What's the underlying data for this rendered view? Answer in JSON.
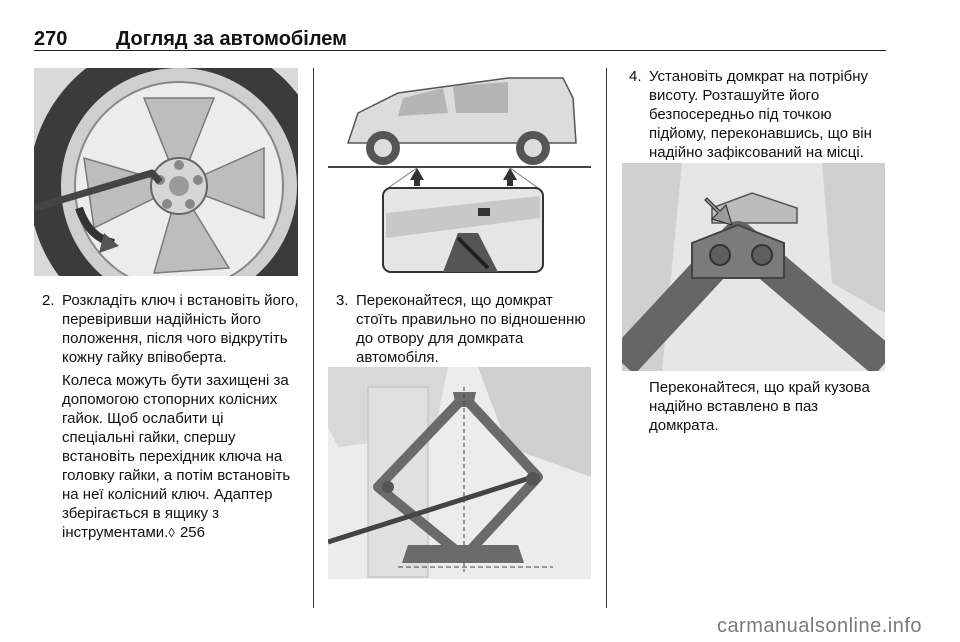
{
  "header": {
    "page_number": "270",
    "title": "Догляд за автомобілем"
  },
  "col1": {
    "step_num": "2.",
    "step_text": "Розкладіть ключ і встановіть його, перевіривши надійність його положення, після чого відкрутіть кожну гайку впівоберта.",
    "para_text": "Колеса можуть бути захищені за допомогою стопорних колісних гайок. Щоб ослабити ці спеціальні гайки, спершу встановіть перехідник ключа на головку гайки, а потім встановіть на неї колісний ключ. Адаптер зберігається в ящику з інструментами.",
    "ref_icon": "arrow-reference-icon",
    "ref_glyph": "◊",
    "ref_page": " 256"
  },
  "col2": {
    "step_num": "3.",
    "step_text": "Переконайтеся, що домкрат стоїть правильно по відношенню до отвору для домкрата автомобіля."
  },
  "col3": {
    "step_num": "4.",
    "step_text": "Установіть домкрат на потрібну висоту. Розташуйте його безпосередньо під точкою підйому, переконавшись, що він надійно зафіксований на місці.",
    "para_text": "Переконайтеся, що край кузова надійно вставлено в паз домкрата."
  },
  "footer": {
    "watermark": "carmanualsonline.info"
  }
}
